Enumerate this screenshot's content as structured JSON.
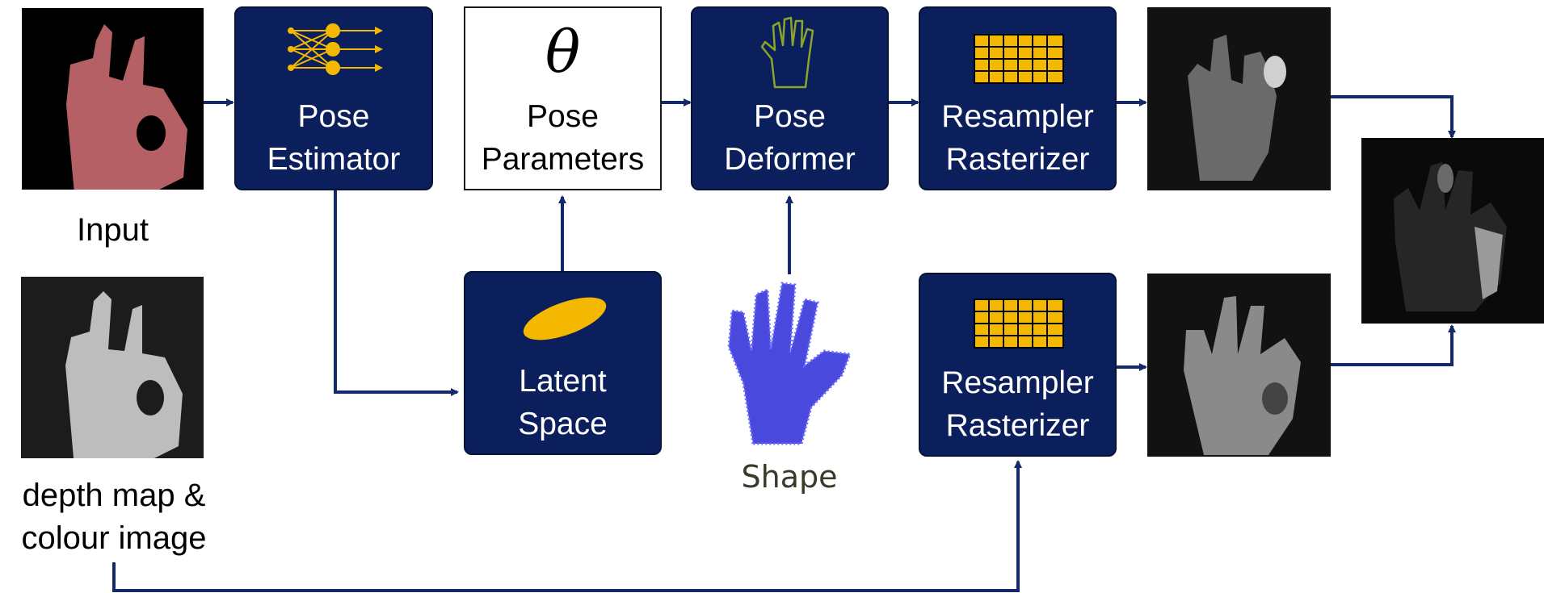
{
  "blocks": {
    "pose_estimator": [
      "Pose",
      "Estimator"
    ],
    "pose_parameters": [
      "Pose",
      "Parameters"
    ],
    "pose_parameters_symbol": "θ",
    "pose_deformer": [
      "Pose",
      "Deformer"
    ],
    "resampler_top": [
      "Resampler",
      "Rasterizer"
    ],
    "latent_space": [
      "Latent",
      "Space"
    ],
    "resampler_bottom": [
      "Resampler",
      "Rasterizer"
    ]
  },
  "captions": {
    "input": "Input",
    "depth_colour": [
      "depth map &",
      "colour image"
    ],
    "shape": "Shape"
  },
  "colors": {
    "block_fill": "#0b1f5c",
    "arrow": "#13296b",
    "icon_yellow": "#f5b800",
    "shape_points": "#2a2ad8"
  }
}
